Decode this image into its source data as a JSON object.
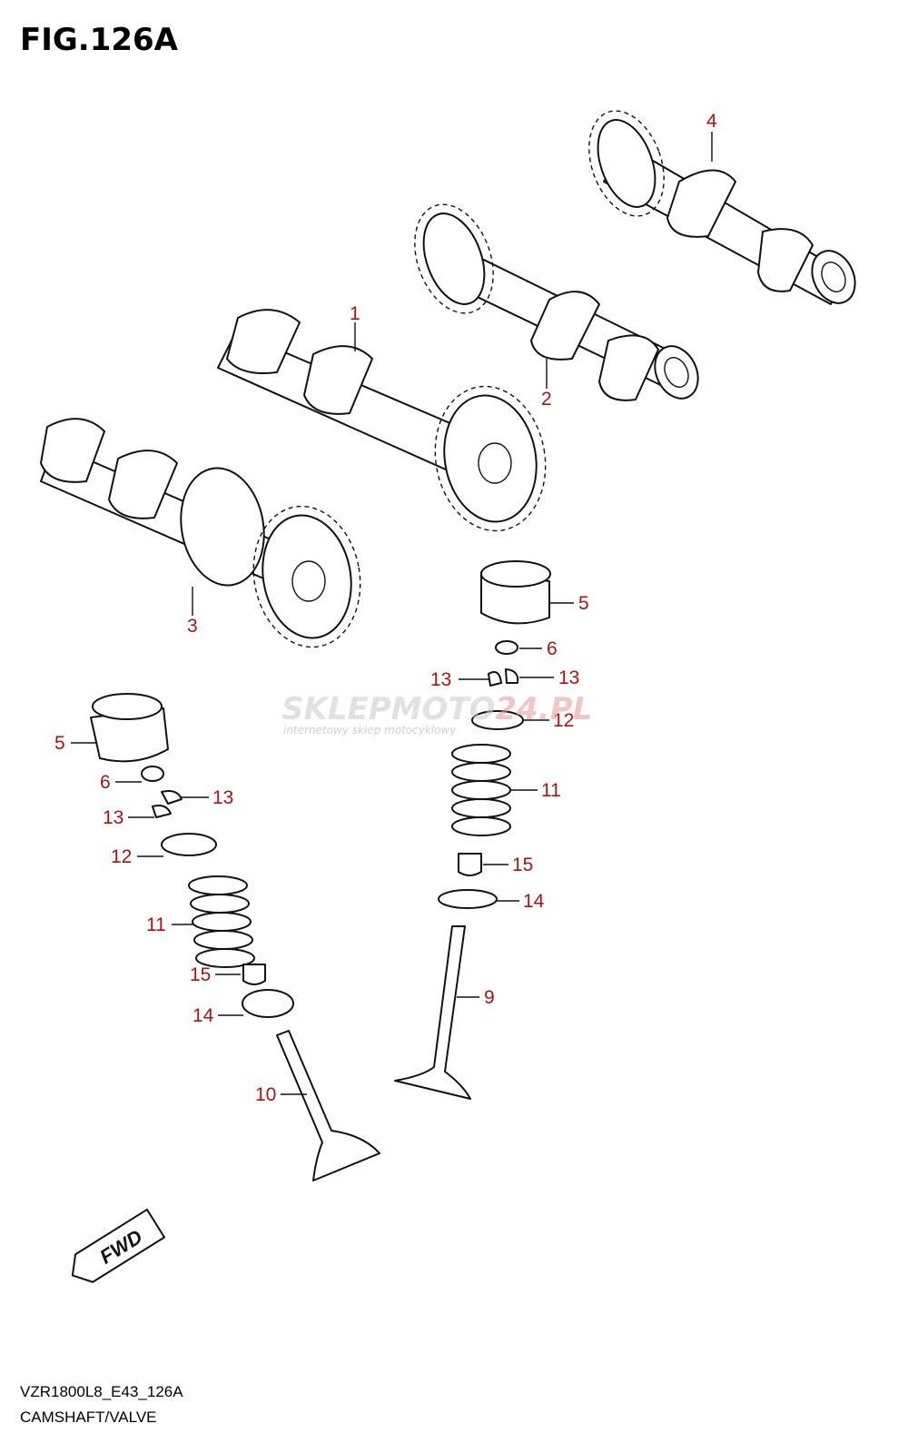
{
  "figure": {
    "title": "FIG.126A"
  },
  "watermark": {
    "brand_left": "SKLEPMOTO",
    "brand_right": "24.PL",
    "tagline": "internetowy sklep motocyklowy"
  },
  "callouts": {
    "camshaft_1": "1",
    "camshaft_2": "2",
    "camshaft_3": "3",
    "camshaft_4": "4",
    "tappet_right": "5",
    "tappet_left": "5",
    "shim_right": "6",
    "shim_left": "6",
    "cotter_right_a": "13",
    "cotter_right_b": "13",
    "cotter_left_a": "13",
    "cotter_left_b": "13",
    "retainer_right": "12",
    "retainer_left": "12",
    "spring_right": "11",
    "spring_left": "11",
    "stem_seal_right": "15",
    "stem_seal_left": "15",
    "spring_seat_right": "14",
    "spring_seat_left": "14",
    "intake_valve": "9",
    "exhaust_valve": "10"
  },
  "fwd_badge": {
    "label": "FWD",
    "icon": "fwd-arrow-icon"
  },
  "footer": {
    "model_code": "VZR1800L8_E43_126A",
    "caption": "CAMSHAFT/VALVE"
  },
  "colors": {
    "callout_text": "#a81414",
    "line_art": "#111111"
  }
}
